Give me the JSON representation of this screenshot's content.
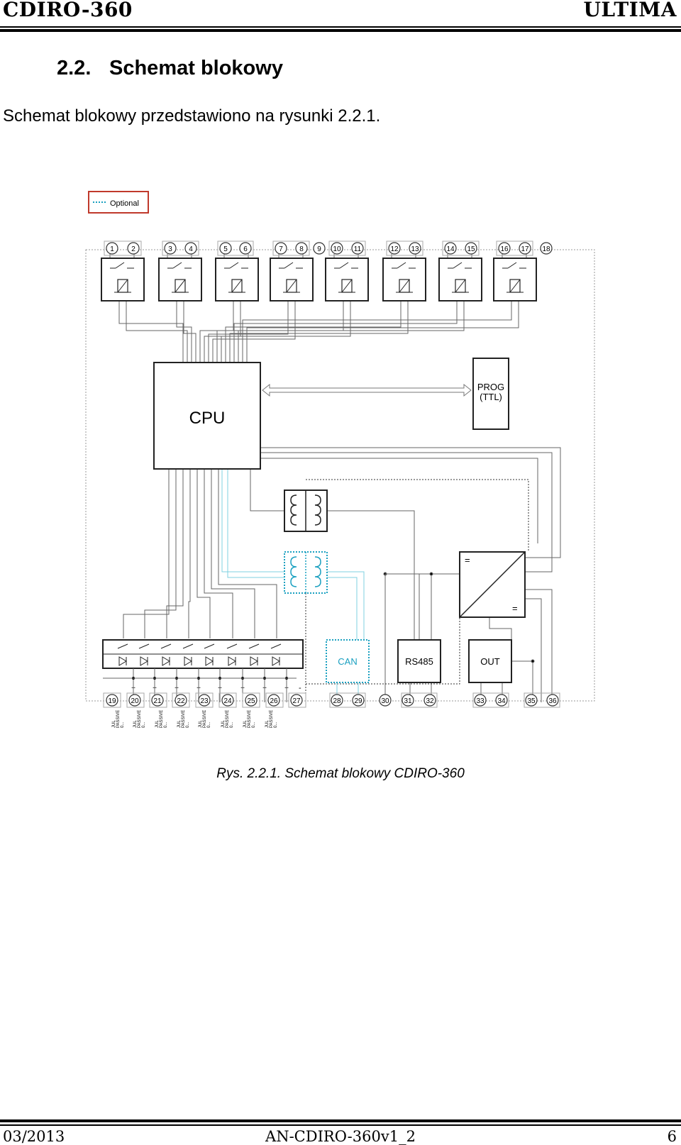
{
  "header": {
    "left": "CDIRO-360",
    "right": "ULTIMA"
  },
  "section": {
    "number": "2.2.",
    "title": "Schemat blokowy"
  },
  "intro": "Schemat blokowy przedstawiono na rysunki 2.2.1.",
  "diagram": {
    "legend": "Optional",
    "cpu": "CPU",
    "prog_line1": "PROG",
    "prog_line2": "(TTL)",
    "can": "CAN",
    "rs485": "RS485",
    "out": "OUT",
    "dc_sign_a": "=",
    "dc_sign_b": "=",
    "plus": "+",
    "minus": "-",
    "input_label_line1": "JUL",
    "input_label_line2": "PASSIVE",
    "input_label_line3": "0...",
    "top_terminals": [
      "1",
      "2",
      "3",
      "4",
      "5",
      "6",
      "7",
      "8",
      "9",
      "10",
      "11",
      "12",
      "13",
      "14",
      "15",
      "16",
      "17",
      "18"
    ],
    "bottom_terminals": [
      "19",
      "20",
      "21",
      "22",
      "23",
      "24",
      "25",
      "26",
      "27",
      "28",
      "29",
      "30",
      "31",
      "32",
      "33",
      "34",
      "35",
      "36"
    ]
  },
  "caption": "Rys. 2.2.1. Schemat blokowy CDIRO-360",
  "footer": {
    "left": "03/2013",
    "center": "AN-CDIRO-360v1_2",
    "right": "6"
  },
  "colors": {
    "optional": "#1aa0c0",
    "legend_border": "#c0392b",
    "lines": "#555555"
  }
}
